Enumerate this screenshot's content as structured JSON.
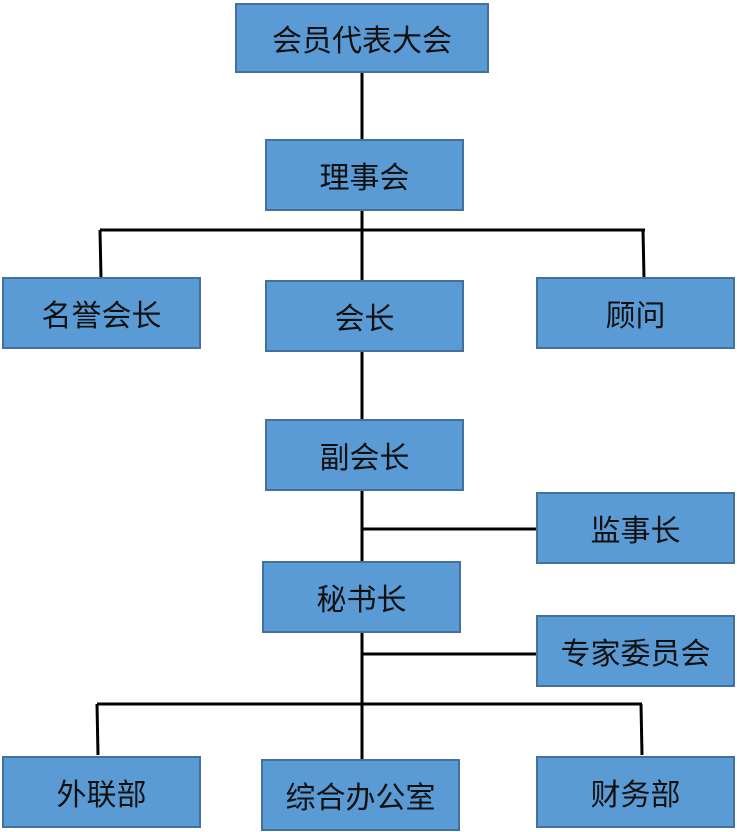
{
  "colors": {
    "box_fill": "#5b9bd5",
    "box_border": "#41719c",
    "connector": "#000000",
    "text": "#111111"
  },
  "nodes": {
    "assembly": "会员代表大会",
    "council": "理事会",
    "honorary_president": "名誉会长",
    "president": "会长",
    "advisor": "顾问",
    "vice_president": "副会长",
    "supervisor": "监事长",
    "secretary_general": "秘书长",
    "expert_committee": "专家委员会",
    "external_affairs": "外联部",
    "general_office": "综合办公室",
    "finance": "财务部"
  }
}
